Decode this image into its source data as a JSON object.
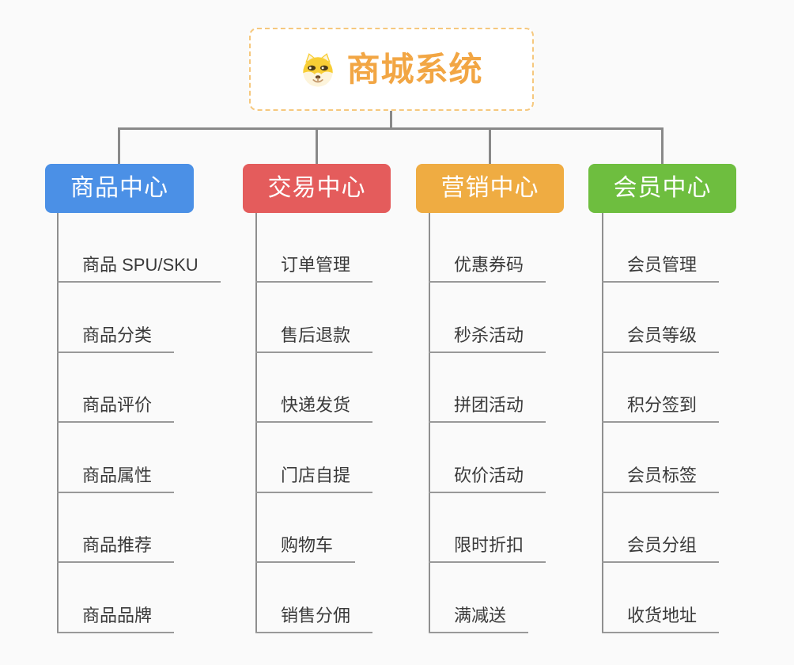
{
  "root": {
    "title": "商城系统",
    "icon": "doge-icon",
    "border_color": "#f6c87e",
    "title_color": "#f2a644"
  },
  "connector_color": "#898989",
  "underline_color": "#999999",
  "background_color": "#fafafa",
  "branches": [
    {
      "label": "商品中心",
      "color": "#4b90e6",
      "items": [
        "商品 SPU/SKU",
        "商品分类",
        "商品评价",
        "商品属性",
        "商品推荐",
        "商品品牌"
      ]
    },
    {
      "label": "交易中心",
      "color": "#e45c5c",
      "items": [
        "订单管理",
        "售后退款",
        "快递发货",
        "门店自提",
        "购物车",
        "销售分佣"
      ]
    },
    {
      "label": "营销中心",
      "color": "#efac42",
      "items": [
        "优惠券码",
        "秒杀活动",
        "拼团活动",
        "砍价活动",
        "限时折扣",
        "满减送"
      ]
    },
    {
      "label": "会员中心",
      "color": "#6ebe3f",
      "items": [
        "会员管理",
        "会员等级",
        "积分签到",
        "会员标签",
        "会员分组",
        "收货地址"
      ]
    }
  ]
}
